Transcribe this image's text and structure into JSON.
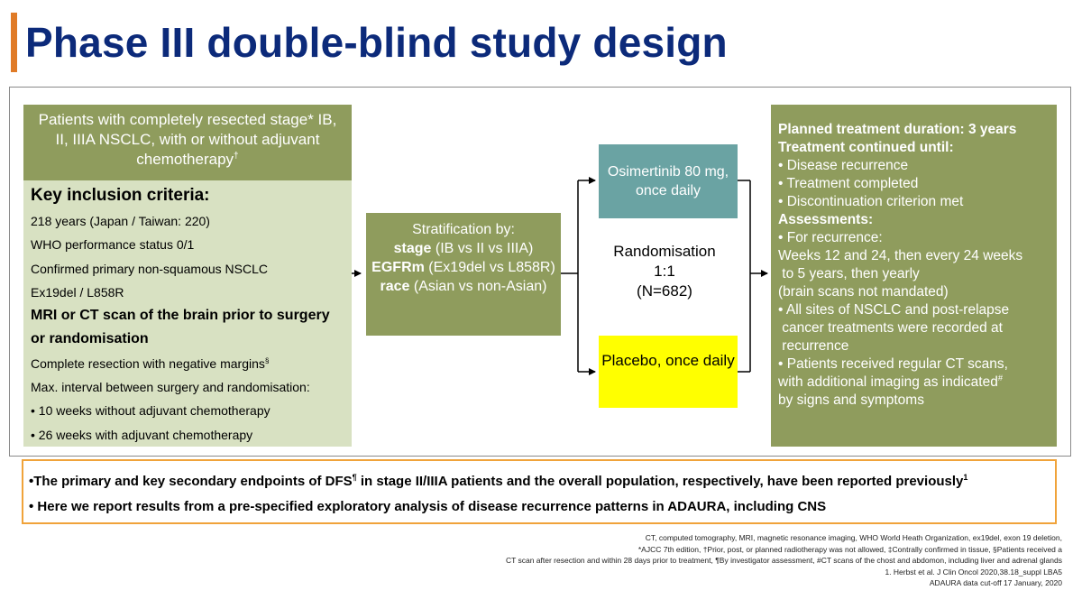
{
  "title": "Phase III double-blind study design",
  "patients": {
    "text": "Patients with completely resected stage* IB, II, IIIA NSCLC, with or without adjuvant chemotherapy",
    "sup": "†"
  },
  "criteria": {
    "heading": "Key inclusion criteria:",
    "items": [
      "218 years (Japan / Taiwan: 220)",
      "WHO performance status 0/1",
      "Confirmed primary non-squamous NSCLC",
      "Ex19del / L858R"
    ],
    "bold_item": "MRI or CT scan of the brain prior to surgery or randomisation",
    "resection": "Complete resection with negative margins",
    "resection_sup": "§",
    "interval": "Max. interval between surgery and randomisation:",
    "bullets": [
      "• 10 weeks without adjuvant chemotherapy",
      "• 26 weeks with adjuvant chemotherapy"
    ]
  },
  "stratification": {
    "heading": "Stratification by:",
    "lines": [
      {
        "bold": "stage",
        "rest": " (IB vs II vs IIIA)"
      },
      {
        "bold": "EGFRm",
        "rest": " (Ex19del vs L858R)"
      },
      {
        "bold": "race",
        "rest": " (Asian vs non-Asian)"
      }
    ]
  },
  "randomisation": {
    "label": "Randomisation",
    "ratio": "1:1",
    "n": "(N=682)"
  },
  "arms": {
    "osimertinib": "Osimertinib 80 mg, once daily",
    "placebo": "Placebo, once daily"
  },
  "plan": {
    "duration": "Planned treatment duration: 3 years",
    "continued": "Treatment continued until:",
    "continued_items": [
      "• Disease recurrence",
      "• Treatment completed",
      "• Discontinuation criterion met"
    ],
    "assessments": "Assessments:",
    "lines": [
      "• For recurrence:",
      "Weeks 12 and 24, then every 24 weeks",
      " to 5 years, then yearly",
      "(brain scans not mandated)",
      "• All sites of NSCLC and post-relapse",
      " cancer treatments were recorded at",
      " recurrence",
      "• Patients received regular CT scans,",
      "with additional imaging as indicated"
    ],
    "imaging_sup": "#",
    "last_line": "by signs and symptoms"
  },
  "notes": {
    "n1": "•The primary and key secondary endpoints of DFS",
    "n1_sup1": "¶",
    "n1_rest": " in stage II/IIIA patients and the overall population, respectively, have been reported previously",
    "n1_sup2": "1",
    "n2": "• Here we report results from a pre-specified exploratory analysis of disease recurrence patterns in ADAURA, including CNS"
  },
  "footnotes": [
    "CT, computed tomography, MRI, magnetic resonance imaging, WHO World Heath Organization, ex19del, exon 19 deletion,",
    "*AJCC 7th edition, †Prior, post, or planned radiotherapy was not allowed, ‡Contrally confirmed in tissue, §Patients received a",
    "CT scan after resection and within 28 days prior to treatment, ¶By investigator assessment, #CT scans of the chost and abdomon, including liver and adrenal glands",
    "1. Herbst et al. J Clin Oncol 2020,38.18_suppl LBA5",
    "ADAURA data cut-off 17 January, 2020"
  ],
  "colors": {
    "title": "#0c2a7a",
    "accent": "#e07b27",
    "olive": "#8f9c5d",
    "light_olive": "#d8e1c2",
    "teal": "#6aa3a3",
    "placebo": "#ffff00",
    "notes_border": "#f0a33a"
  }
}
